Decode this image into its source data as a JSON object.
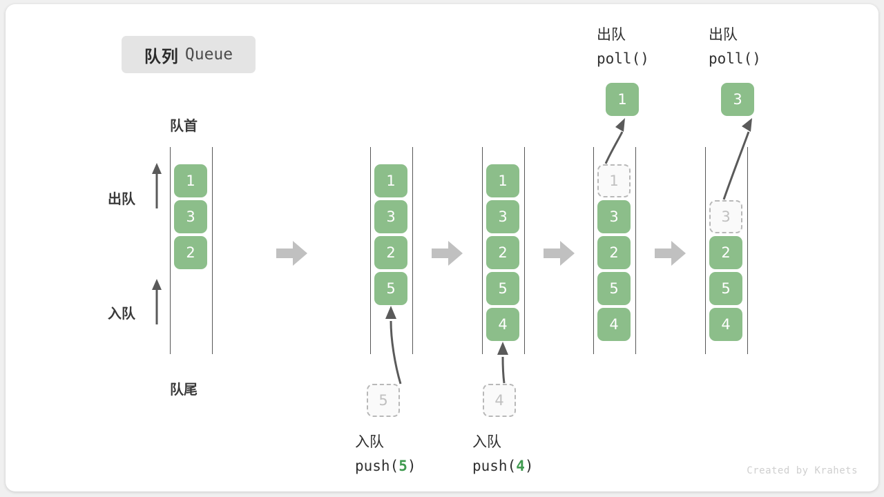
{
  "title": {
    "cn": "队列",
    "en": "Queue"
  },
  "side_labels": {
    "head": "队首",
    "tail": "队尾",
    "dequeue_arrow": "出队",
    "enqueue_arrow": "入队"
  },
  "watermark": "Created by Krahets",
  "colors": {
    "cell_fill": "#8cbe8a",
    "cell_text": "#ffffff",
    "ghost_border": "#b8b8b8",
    "ghost_text": "#c0c0c0",
    "rail": "#555555",
    "step_arrow": "#c0c0c0",
    "accent_green": "#3f9a4f",
    "badge_bg": "#e4e4e4"
  },
  "columns": [
    {
      "name": "initial-queue",
      "cells": [
        {
          "value": "1",
          "state": "filled"
        },
        {
          "value": "3",
          "state": "filled"
        },
        {
          "value": "2",
          "state": "filled"
        }
      ]
    },
    {
      "name": "after-push-5",
      "cells": [
        {
          "value": "1",
          "state": "filled"
        },
        {
          "value": "3",
          "state": "filled"
        },
        {
          "value": "2",
          "state": "filled"
        },
        {
          "value": "5",
          "state": "filled"
        }
      ],
      "incoming": {
        "value": "5",
        "state": "ghost"
      },
      "caption": {
        "cn": "入队",
        "call_prefix": "push(",
        "arg": "5",
        "call_suffix": ")"
      }
    },
    {
      "name": "after-push-4",
      "cells": [
        {
          "value": "1",
          "state": "filled"
        },
        {
          "value": "3",
          "state": "filled"
        },
        {
          "value": "2",
          "state": "filled"
        },
        {
          "value": "5",
          "state": "filled"
        },
        {
          "value": "4",
          "state": "filled"
        }
      ],
      "incoming": {
        "value": "4",
        "state": "ghost"
      },
      "caption": {
        "cn": "入队",
        "call_prefix": "push(",
        "arg": "4",
        "call_suffix": ")"
      }
    },
    {
      "name": "after-poll-1",
      "cells": [
        {
          "value": "1",
          "state": "ghost"
        },
        {
          "value": "3",
          "state": "filled"
        },
        {
          "value": "2",
          "state": "filled"
        },
        {
          "value": "5",
          "state": "filled"
        },
        {
          "value": "4",
          "state": "filled"
        }
      ],
      "outgoing": {
        "value": "1",
        "state": "filled"
      },
      "caption": {
        "cn": "出队",
        "call_prefix": "poll(",
        "arg": "",
        "call_suffix": ")"
      }
    },
    {
      "name": "after-poll-3",
      "cells": [
        {
          "value": "3",
          "state": "ghost"
        },
        {
          "value": "2",
          "state": "filled"
        },
        {
          "value": "5",
          "state": "filled"
        },
        {
          "value": "4",
          "state": "filled"
        }
      ],
      "outgoing": {
        "value": "3",
        "state": "filled"
      },
      "caption": {
        "cn": "出队",
        "call_prefix": "poll(",
        "arg": "",
        "call_suffix": ")"
      }
    }
  ]
}
